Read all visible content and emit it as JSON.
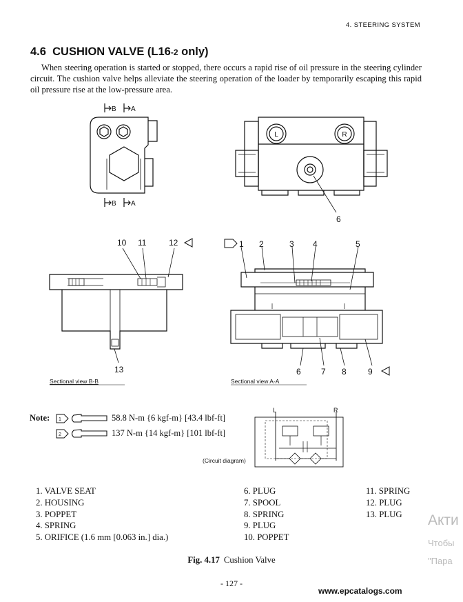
{
  "header": {
    "chapter": "4. STEERING SYSTEM"
  },
  "section": {
    "number": "4.6",
    "title": "CUSHION VALVE (L16",
    "title_sub": "-2",
    "title_tail": " only)"
  },
  "intro": "When steering operation is started or stopped, there occurs a rapid rise of oil pressure in the steering cylinder circuit. The cushion valve helps alleviate the steering operation of the loader by temporarily escaping this rapid oil pressure rise at the low-pressure area.",
  "diagram_labels": {
    "b": "B",
    "a": "A",
    "port_l": "L",
    "port_r": "R",
    "callouts": {
      "n1": "1",
      "n2": "2",
      "n3": "3",
      "n4": "4",
      "n5": "5",
      "n6": "6",
      "n7": "7",
      "n8": "8",
      "n9": "9",
      "n10": "10",
      "n11": "11",
      "n12": "12",
      "n13": "13"
    },
    "view_bb": "Sectional view B-B",
    "view_aa": "Sectional view A-A",
    "circuit": "(Circuit diagram)",
    "circuit_l": "L",
    "circuit_r": "R"
  },
  "note": {
    "label": "Note:",
    "marker1": "1",
    "marker2": "2",
    "torque1": "58.8 N-m {6 kgf-m} [43.4 lbf-ft]",
    "torque2": "137 N-m {14 kgf-m} [101 lbf-ft]"
  },
  "parts": [
    "1. VALVE SEAT",
    "2. HOUSING",
    "3. POPPET",
    "4. SPRING",
    "5. ORIFICE (1.6 mm [0.063 in.] dia.)",
    "6. PLUG",
    "7. SPOOL",
    "8. SPRING",
    "9. PLUG",
    "10. POPPET",
    "11. SPRING",
    "12. PLUG",
    "13. PLUG"
  ],
  "figure": {
    "number": "Fig. 4.17",
    "title": "Cushion Valve"
  },
  "page_number": "- 127 -",
  "watermark": "www.epcatalogs.com",
  "overlay": {
    "line1": "Акти",
    "line2": "Чтобы",
    "line3": "\"Пара"
  }
}
